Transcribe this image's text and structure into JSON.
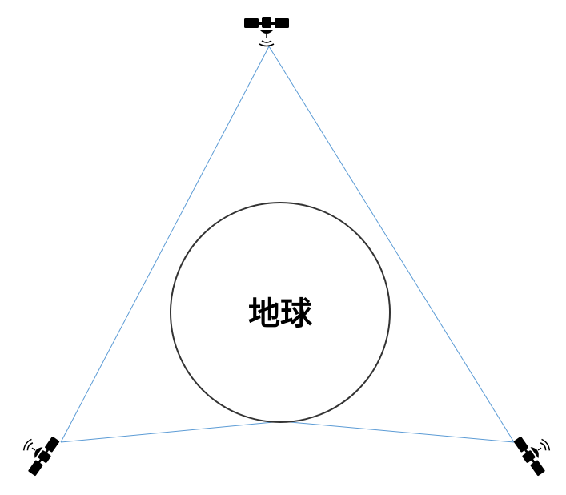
{
  "earth": {
    "label": "地球"
  },
  "colors": {
    "link_line": "#5b9bd5",
    "earth_outline": "#333333",
    "satellite": "#000000",
    "background": "#ffffff"
  },
  "satellites": [
    {
      "id": "top",
      "icon": "satellite-icon"
    },
    {
      "id": "bottom-left",
      "icon": "satellite-icon"
    },
    {
      "id": "bottom-right",
      "icon": "satellite-icon"
    }
  ]
}
